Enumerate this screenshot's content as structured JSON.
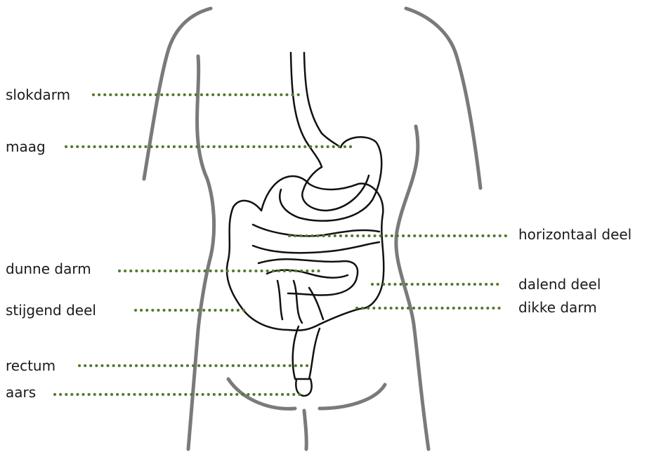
{
  "labels": {
    "slokdarm": "slokdarm",
    "maag": "maag",
    "dunne_darm": "dunne darm",
    "stijgend_deel": "stijgend deel",
    "rectum": "rectum",
    "aars": "aars",
    "horizontaal_deel": "horizontaal deel",
    "dalend_deel": "dalend deel",
    "dikke_darm": "dikke darm"
  },
  "colors": {
    "leader_dots": "#4f7a2c",
    "outline": "#7a7a7a",
    "organ_stroke": "#111111",
    "text": "#1a1a1a"
  }
}
